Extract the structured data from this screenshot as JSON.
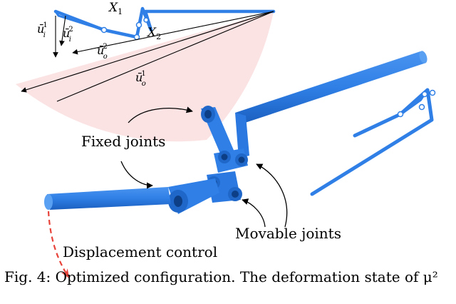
{
  "figure": {
    "labels": {
      "x1": "X",
      "x1_sub": "1",
      "x2": "X",
      "x2_sub": "2",
      "ui1": "ū",
      "ui1_sub": "i",
      "ui1_sup": "1",
      "ui2": "ū",
      "ui2_sub": "i",
      "ui2_sup": "2",
      "uo2": "ū",
      "uo2_sub": "o",
      "uo2_sup": "2",
      "uo1": "ū",
      "uo1_sub": "o",
      "uo1_sup": "1",
      "fixed_joints": "Fixed joints",
      "movable_joints": "Movable joints",
      "displacement_control": "Displacement control"
    },
    "colors": {
      "link_blue": "#2f7fe6",
      "link_dark": "#1b5fbf",
      "sector_pink": "#fbe0e1",
      "arrow_red": "#e8433a"
    }
  },
  "caption": {
    "text": "Fig. 4: Optimized configuration. The deformation state of μ²"
  }
}
